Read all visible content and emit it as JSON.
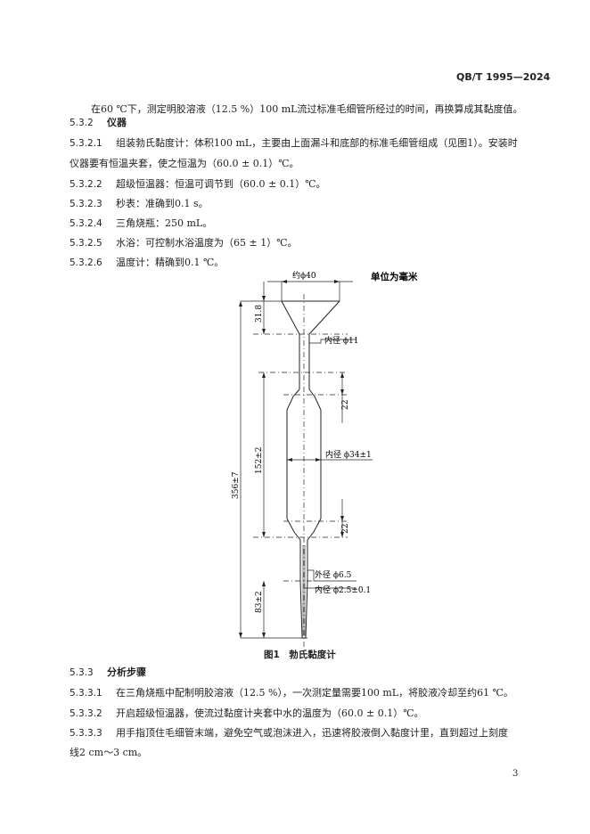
{
  "header": {
    "code": "QB/T 1995—2024"
  },
  "intro": "在60 ℃下，测定明胶溶液（12.5 %）100 mL流过标准毛细管所经过的时间，再换算成其黏度值。",
  "section_532": {
    "num": "5.3.2",
    "title": "仪器"
  },
  "items_532": [
    {
      "num": "5.3.2.1",
      "text": "组装勃氏黏度计：体积100 mL，主要由上面漏斗和底部的标准毛细管组成（见图1）。安装时",
      "cont": "仪器要有恒温夹套，使之恒温为（60.0 ± 0.1）℃。"
    },
    {
      "num": "5.3.2.2",
      "text": "超级恒温器：恒温可调节到（60.0 ± 0.1）℃。"
    },
    {
      "num": "5.3.2.3",
      "text": "秒表：准确到0.1 s。"
    },
    {
      "num": "5.3.2.4",
      "text": "三角烧瓶：250 mL。"
    },
    {
      "num": "5.3.2.5",
      "text": "水浴：可控制水浴温度为（65 ± 1）℃。"
    },
    {
      "num": "5.3.2.6",
      "text": "温度计：精确到0.1 ℃。"
    }
  ],
  "figure": {
    "unit_note": "单位为毫米",
    "labels": {
      "top_width": "约ϕ40",
      "inner_11": "内径 ϕ11",
      "inner_34": "内径 ϕ34±1",
      "outer_65": "外径 ϕ6.5",
      "inner_25": "内径 ϕ2.5±0.1",
      "dim_318": "31.8",
      "dim_22a": "22",
      "dim_22b": "22",
      "dim_152": "152±2",
      "dim_356": "356±7",
      "dim_83": "83±2"
    },
    "caption": "图1　勃氏黏度计"
  },
  "section_533": {
    "num": "5.3.3",
    "title": "分析步骤"
  },
  "items_533": [
    {
      "num": "5.3.3.1",
      "text": "在三角烧瓶中配制明胶溶液（12.5 %），一次测定量需要100 mL，将胶液冷却至约61 ℃。"
    },
    {
      "num": "5.3.3.2",
      "text": "开启超级恒温器，使流过黏度计夹套中水的温度为（60.0 ± 0.1）℃。"
    },
    {
      "num": "5.3.3.3",
      "text": "用手指顶住毛细管末端，避免空气或泡沫进入，迅速将胶液倒入黏度计里，直到超过上刻度",
      "cont": "线2 cm～3 cm。"
    }
  ],
  "page_number": "3"
}
